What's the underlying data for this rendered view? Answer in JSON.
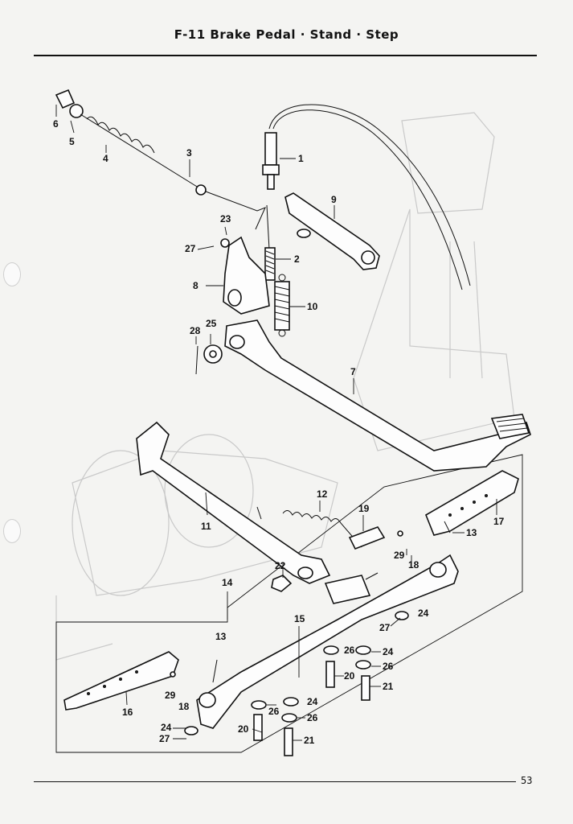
{
  "header": {
    "title": "F-11  Brake Pedal · Stand · Step"
  },
  "footer": {
    "page_number": "53"
  },
  "diagram": {
    "callouts": [
      "1",
      "2",
      "3",
      "4",
      "5",
      "6",
      "7",
      "8",
      "9",
      "10",
      "11",
      "12",
      "13",
      "14",
      "15",
      "16",
      "17",
      "18",
      "19",
      "20",
      "21",
      "22",
      "23",
      "24",
      "25",
      "26",
      "27",
      "28",
      "29"
    ]
  }
}
